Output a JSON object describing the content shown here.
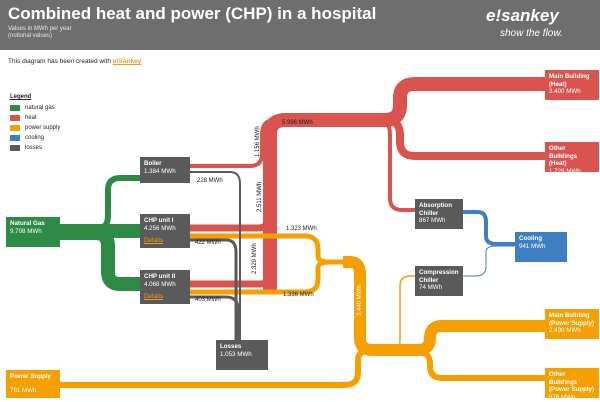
{
  "header": {
    "title": "Combined heat and power (CHP) in a hospital",
    "subtitle_line1": "Values in MWh per year",
    "subtitle_line2": "(notional values)",
    "logo": "e!sankey",
    "tagline": "show the flow."
  },
  "created": {
    "text": "This diagram has been created with",
    "link": "e!Sankey"
  },
  "legend": {
    "title": "Legend",
    "items": [
      {
        "label": "natural gas",
        "color": "#2e8b45"
      },
      {
        "label": "heat",
        "color": "#d9534f"
      },
      {
        "label": "power supply",
        "color": "#f5a000"
      },
      {
        "label": "cooling",
        "color": "#3e7fc1"
      },
      {
        "label": "losses",
        "color": "#5a5a5a"
      }
    ]
  },
  "nodes": {
    "natural_gas": {
      "title": "Natural Gas",
      "value": "9.708 MWh"
    },
    "boiler": {
      "title": "Boiler",
      "value": "1.384 MWh"
    },
    "chp1": {
      "title": "CHP unit I",
      "value": "4.256 MWh",
      "link": "Details"
    },
    "chp2": {
      "title": "CHP unit II",
      "value": "4.068 MWh",
      "link": "Details"
    },
    "losses": {
      "title": "Losses",
      "value": "1.053 MWh"
    },
    "absorption": {
      "title": "Absorption Chiller",
      "value": "867 MWh"
    },
    "compression": {
      "title": "Compression Chiller",
      "value": "74 MWh"
    },
    "cooling": {
      "title": "Cooling",
      "value": "941 MWh"
    },
    "main_heat": {
      "title": "Main Building (Heat)",
      "value": "3.400 MWh"
    },
    "other_heat": {
      "title": "Other Buildings (Heat)",
      "value": "1.729 MWh"
    },
    "main_power": {
      "title": "Main Building (Power Supply)",
      "value": "2.400 MWh"
    },
    "other_power": {
      "title": "Other Buildings (Power Supply)",
      "value": "976 MWh"
    },
    "power_supply": {
      "title": "Power Supply",
      "value": "781 MWh"
    }
  },
  "flows": {
    "heat_total": "5.996 MWh",
    "boiler_heat": "1.156 MWh",
    "boiler_loss": "228 MWh",
    "chp1_heat": "2.511 MWh",
    "chp1_power": "1.323 MWh",
    "chp1_loss": "422 MWh",
    "chp2_heat": "2.329 MWh",
    "chp2_power": "1.336 MWh",
    "chp2_loss": "403 MWh",
    "power_total": "3.440 MWh"
  }
}
